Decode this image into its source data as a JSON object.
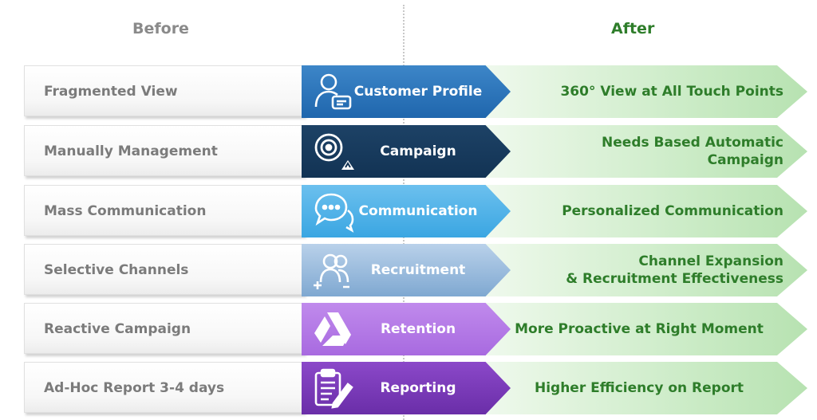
{
  "headers": {
    "before": "Before",
    "after": "After"
  },
  "rows": [
    {
      "before": "Fragmented View",
      "label": "Customer Profile",
      "after": "360° View at All Touch Points",
      "after_align": "right",
      "color_start": "#3d86c8",
      "color_end": "#1f66ad",
      "icon": "customer-profile-icon"
    },
    {
      "before": "Manually Management",
      "label": "Campaign",
      "after": "Needs Based Automatic\nCampaign",
      "after_align": "right",
      "color_start": "#1d4266",
      "color_end": "#123354",
      "icon": "target-icon"
    },
    {
      "before": "Mass Communication",
      "label": "Communication",
      "after": "Personalized Communication",
      "after_align": "right",
      "color_start": "#6cc0ee",
      "color_end": "#3aa6e2",
      "icon": "chat-bubbles-icon"
    },
    {
      "before": "Selective Channels",
      "label": "Recruitment",
      "after": "Channel Expansion\n& Recruitment Effectiveness",
      "after_align": "right",
      "color_start": "#b9d1ea",
      "color_end": "#7fa8d1",
      "icon": "recruitment-icon"
    },
    {
      "before": "Reactive Campaign",
      "label": "Retention",
      "after": "More Proactive at Right Moment",
      "after_align": "center",
      "color_start": "#c08aec",
      "color_end": "#a86ae0",
      "icon": "retention-icon"
    },
    {
      "before": "Ad-Hoc Report 3-4 days",
      "label": "Reporting",
      "after": "Higher Efficiency on Report",
      "after_align": "center",
      "color_start": "#8b48c9",
      "color_end": "#6a2ea8",
      "icon": "report-icon"
    }
  ]
}
